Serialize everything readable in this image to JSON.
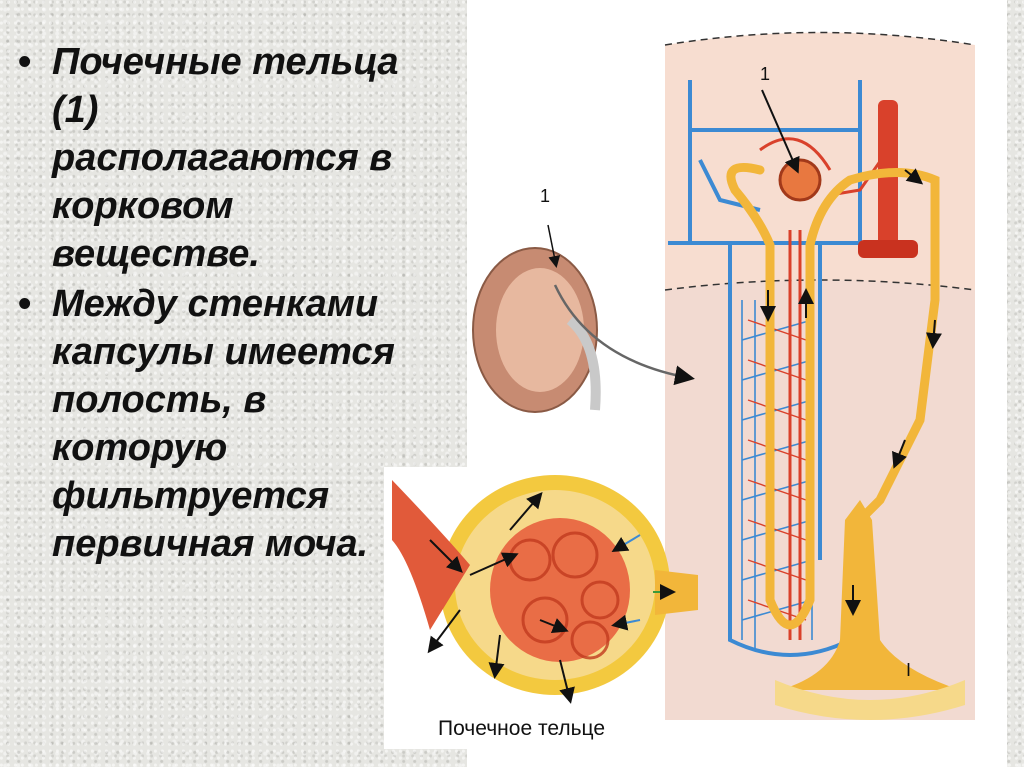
{
  "bullets": [
    {
      "text": "Почечные тельца (1) располагаются в корковом веществе."
    },
    {
      "text": "Между стенками капсулы имеется полость, в которую фильтруется первичная моча."
    }
  ],
  "bullet_char": "•",
  "figure": {
    "caption": "Почечное тельце",
    "label_kidney": "1",
    "label_nephron": "1",
    "label_pelvis": "I"
  },
  "colors": {
    "artery": "#d9412b",
    "vein": "#3c8ad3",
    "tubule": "#f2b63a",
    "cortex": "#f5d6c6",
    "medulla": "#e7c2b3"
  }
}
